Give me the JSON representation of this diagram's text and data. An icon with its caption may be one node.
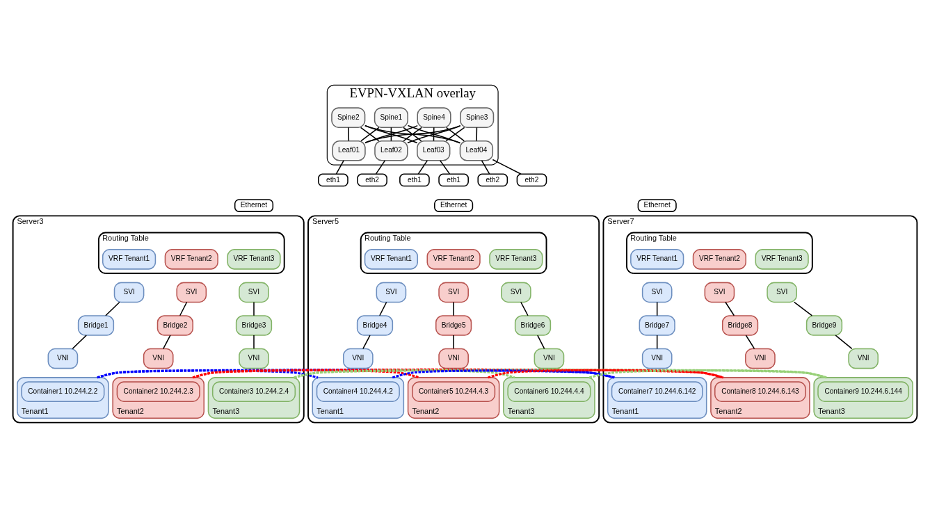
{
  "diagram": {
    "nodes": [
      {
        "text": [
          "EVPN-VXLAN overlay"
        ]
      },
      {
        "text": [
          "Spine1"
        ],
        "in": 0
      },
      {
        "text": [
          "Spine2"
        ],
        "in": 0
      },
      {
        "text": [
          "Spine3"
        ],
        "in": 0
      },
      {
        "text": [
          "Spine4"
        ],
        "in": 0
      },
      {
        "text": [
          "Leaf01"
        ],
        "in": 0
      },
      {
        "text": [
          "Leaf02"
        ],
        "in": 0
      },
      {
        "text": [
          "Leaf03"
        ],
        "in": 0
      },
      {
        "text": [
          "Leaf04"
        ],
        "in": 0
      },
      {
        "text": [
          "eth1"
        ]
      },
      {
        "text": [
          "eth2"
        ]
      },
      {
        "text": [
          "Ethernet"
        ]
      },
      {
        "text": [
          "Server3"
        ]
      },
      {
        "text": [
          "Routing Table"
        ],
        "in": 12
      },
      {
        "text": [
          "VRF Tenant1"
        ],
        "in": 13
      },
      {
        "text": [
          "VRF Tenant2"
        ],
        "in": 13
      },
      {
        "text": [
          "VRF Tenant3"
        ],
        "in": 13
      },
      {
        "text": [
          "SVI"
        ],
        "in": 12
      },
      {
        "text": [
          "SVI"
        ],
        "in": 12
      },
      {
        "text": [
          "SVI"
        ],
        "in": 12
      },
      {
        "text": [
          "Bridge1"
        ],
        "in": 12
      },
      {
        "text": [
          "Bridge2"
        ],
        "in": 12
      },
      {
        "text": [
          "Bridge3"
        ],
        "in": 12
      },
      {
        "text": [
          "VNI"
        ],
        "in": 12
      },
      {
        "text": [
          "VNI"
        ],
        "in": 12
      },
      {
        "text": [
          "VNI"
        ],
        "in": 12
      },
      {
        "text": [
          "Tenant1"
        ],
        "in": 12
      },
      {
        "text": [
          "Tenant2"
        ],
        "in": 12
      },
      {
        "text": [
          "Tenant3"
        ],
        "in": 12
      },
      {
        "text": [
          "Container1 10.244.2.2"
        ],
        "in": 26
      },
      {
        "text": [
          "Container2 10.244.2.3"
        ],
        "in": 27
      },
      {
        "text": [
          "Container3 10.244.2.4"
        ],
        "in": 28
      },
      {
        "text": [
          "eth1"
        ]
      },
      {
        "text": [
          "eth2"
        ]
      },
      {
        "text": [
          "Ethernet"
        ]
      },
      {
        "text": [
          "Server5"
        ]
      },
      {
        "text": [
          "Routing Table"
        ],
        "in": 35
      },
      {
        "text": [
          "VRF Tenant1"
        ],
        "in": 36
      },
      {
        "text": [
          "VRF Tenant2"
        ],
        "in": 36
      },
      {
        "text": [
          "VRF Tenant3"
        ],
        "in": 36
      },
      {
        "text": [
          "SVI"
        ],
        "in": 35
      },
      {
        "text": [
          "SVI"
        ],
        "in": 35
      },
      {
        "text": [
          "SVI"
        ],
        "in": 35
      },
      {
        "text": [
          "Bridge4"
        ],
        "in": 35
      },
      {
        "text": [
          "Bridge5"
        ],
        "in": 35
      },
      {
        "text": [
          "Bridge6"
        ],
        "in": 35
      },
      {
        "text": [
          "VNI"
        ],
        "in": 35
      },
      {
        "text": [
          "VNI"
        ],
        "in": 35
      },
      {
        "text": [
          "VNI"
        ],
        "in": 35
      },
      {
        "text": [
          "Tenant1"
        ],
        "in": 35
      },
      {
        "text": [
          "Tenant2"
        ],
        "in": 35
      },
      {
        "text": [
          "Tenant3"
        ],
        "in": 35
      },
      {
        "text": [
          "Container4 10.244.4.2"
        ],
        "in": 49
      },
      {
        "text": [
          "Container5 10.244.4.3"
        ],
        "in": 50
      },
      {
        "text": [
          "Container6 10.244.4.4"
        ],
        "in": 51
      },
      {
        "text": [
          "eth1"
        ]
      },
      {
        "text": [
          "eth2"
        ]
      },
      {
        "text": [
          "Ethernet"
        ]
      },
      {
        "text": [
          "Server7"
        ]
      },
      {
        "text": [
          "Routing Table"
        ],
        "in": 58
      },
      {
        "text": [
          "VRF Tenant1"
        ],
        "in": 59
      },
      {
        "text": [
          "VRF Tenant2"
        ],
        "in": 59
      },
      {
        "text": [
          "VRF Tenant3"
        ],
        "in": 59
      },
      {
        "text": [
          "SVI"
        ],
        "in": 58
      },
      {
        "text": [
          "SVI"
        ],
        "in": 58
      },
      {
        "text": [
          "SVI"
        ],
        "in": 58
      },
      {
        "text": [
          "Bridge7"
        ],
        "in": 58
      },
      {
        "text": [
          "Bridge8"
        ],
        "in": 58
      },
      {
        "text": [
          "Bridge9"
        ],
        "in": 58
      },
      {
        "text": [
          "VNI"
        ],
        "in": 58
      },
      {
        "text": [
          "VNI"
        ],
        "in": 58
      },
      {
        "text": [
          "VNI"
        ],
        "in": 58
      },
      {
        "text": [
          "Tenant1"
        ],
        "in": 58
      },
      {
        "text": [
          "Tenant2"
        ],
        "in": 58
      },
      {
        "text": [
          "Tenant3"
        ],
        "in": 58
      },
      {
        "text": [
          "Container7 10.244.6.142"
        ],
        "in": 72
      },
      {
        "text": [
          "Container8 10.244.6.143"
        ],
        "in": 73
      },
      {
        "text": [
          "Container9 10.244.6.144"
        ],
        "in": 74
      }
    ],
    "edges": [
      {
        "from": 1,
        "to": 5,
        "arrow": "none"
      },
      {
        "from": 1,
        "to": 6,
        "arrow": "none"
      },
      {
        "from": 1,
        "to": 7,
        "arrow": "none"
      },
      {
        "from": 1,
        "to": 8,
        "arrow": "none"
      },
      {
        "from": 2,
        "to": 5,
        "arrow": "none"
      },
      {
        "from": 2,
        "to": 6,
        "arrow": "none"
      },
      {
        "from": 2,
        "to": 7,
        "arrow": "none"
      },
      {
        "from": 2,
        "to": 8,
        "arrow": "none"
      },
      {
        "from": 3,
        "to": 5,
        "arrow": "none"
      },
      {
        "from": 3,
        "to": 6,
        "arrow": "none"
      },
      {
        "from": 3,
        "to": 7,
        "arrow": "none"
      },
      {
        "from": 3,
        "to": 8,
        "arrow": "none"
      },
      {
        "from": 4,
        "to": 5,
        "arrow": "none"
      },
      {
        "from": 4,
        "to": 6,
        "arrow": "none"
      },
      {
        "from": 4,
        "to": 7,
        "arrow": "none"
      },
      {
        "from": 4,
        "to": 8,
        "arrow": "none"
      },
      {
        "from": 5,
        "to": 9,
        "arrow": "none"
      },
      {
        "from": 6,
        "to": 10,
        "arrow": "none"
      },
      {
        "from": 7,
        "to": 32,
        "arrow": "none"
      },
      {
        "from": 7,
        "to": 55,
        "arrow": "none"
      },
      {
        "from": 8,
        "to": 33,
        "arrow": "none"
      },
      {
        "from": 8,
        "to": 56,
        "arrow": "none"
      },
      {
        "from": 17,
        "to": 20,
        "arrow": "none"
      },
      {
        "from": 18,
        "to": 21,
        "arrow": "none"
      },
      {
        "from": 19,
        "to": 22,
        "arrow": "none"
      },
      {
        "from": 20,
        "to": 23,
        "arrow": "none"
      },
      {
        "from": 21,
        "to": 24,
        "arrow": "none"
      },
      {
        "from": 22,
        "to": 25,
        "arrow": "none"
      },
      {
        "from": 40,
        "to": 43,
        "arrow": "none"
      },
      {
        "from": 41,
        "to": 44,
        "arrow": "none"
      },
      {
        "from": 42,
        "to": 45,
        "arrow": "none"
      },
      {
        "from": 43,
        "to": 46,
        "arrow": "none"
      },
      {
        "from": 44,
        "to": 47,
        "arrow": "none"
      },
      {
        "from": 45,
        "to": 48,
        "arrow": "none"
      },
      {
        "from": 63,
        "to": 66,
        "arrow": "none"
      },
      {
        "from": 64,
        "to": 67,
        "arrow": "none"
      },
      {
        "from": 65,
        "to": 68,
        "arrow": "none"
      },
      {
        "from": 66,
        "to": 69,
        "arrow": "none"
      },
      {
        "from": 67,
        "to": 70,
        "arrow": "none"
      },
      {
        "from": 68,
        "to": 71,
        "arrow": "none"
      },
      {
        "from": 26,
        "to": 49,
        "arrow": "none",
        "style": "dashed",
        "color": "#0000ff"
      },
      {
        "from": 26,
        "to": 72,
        "arrow": "none",
        "style": "dashed",
        "color": "#0000ff"
      },
      {
        "from": 49,
        "to": 72,
        "arrow": "none",
        "style": "dashed",
        "color": "#0000ff"
      },
      {
        "from": 27,
        "to": 50,
        "arrow": "none",
        "style": "dashed",
        "color": "#ff0000"
      },
      {
        "from": 27,
        "to": 73,
        "arrow": "none",
        "style": "dashed",
        "color": "#ff0000"
      },
      {
        "from": 50,
        "to": 73,
        "arrow": "none",
        "style": "dashed",
        "color": "#ff0000"
      },
      {
        "from": 28,
        "to": 51,
        "arrow": "none",
        "style": "dashed",
        "color": "#97d077"
      },
      {
        "from": 28,
        "to": 74,
        "arrow": "none",
        "style": "dashed",
        "color": "#97d077"
      },
      {
        "from": 51,
        "to": 74,
        "arrow": "none",
        "style": "dashed",
        "color": "#97d077"
      }
    ]
  }
}
